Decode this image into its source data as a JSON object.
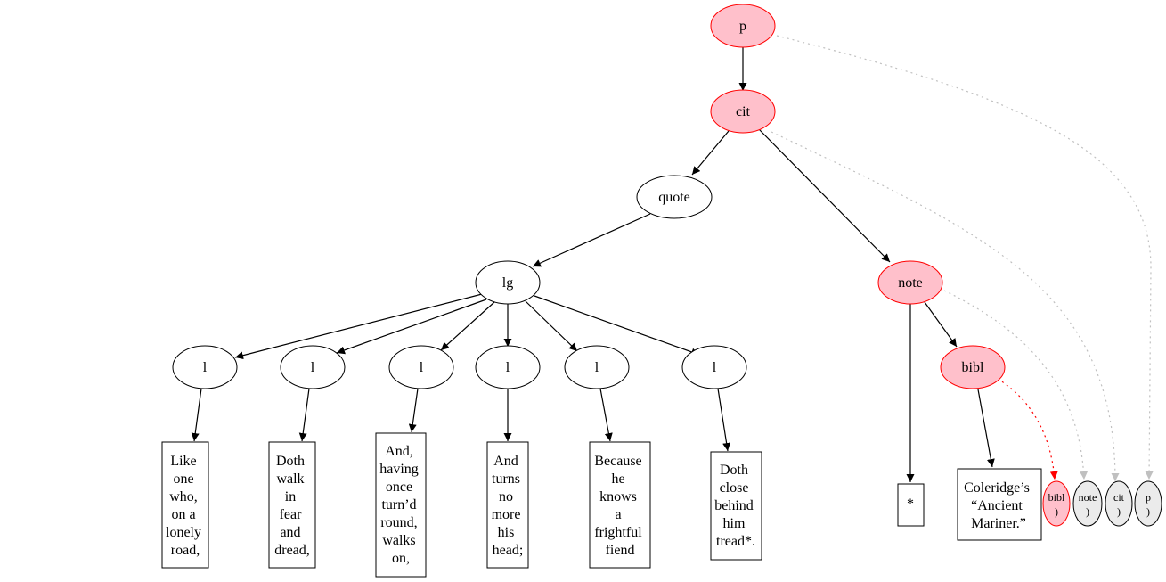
{
  "colors": {
    "highlight_fill": "#ffc0cb",
    "highlight_stroke": "#ff0000",
    "closing_fill": "#ebebeb",
    "dotted_edge": "#c0c0c0",
    "active_dotted_edge": "#ff0000"
  },
  "nodes": {
    "p": "p",
    "cit": "cit",
    "quote": "quote",
    "lg": "lg",
    "l1": "l",
    "l2": "l",
    "l3": "l",
    "l4": "l",
    "l5": "l",
    "l6": "l",
    "note": "note",
    "bibl": "bibl"
  },
  "texts": {
    "t1": [
      "Like",
      "one",
      "who,",
      "on a",
      "lonely",
      "road,"
    ],
    "t2": [
      "Doth",
      "walk",
      "in",
      "fear",
      "and",
      "dread,"
    ],
    "t3": [
      "And,",
      "having",
      "once",
      "turn’d",
      "round,",
      "walks",
      "on,"
    ],
    "t4": [
      "And",
      "turns",
      "no",
      "more",
      "his",
      "head;"
    ],
    "t5": [
      "Because",
      "he",
      "knows",
      "a",
      "frightful",
      "fiend"
    ],
    "t6": [
      "Doth",
      "close",
      "behind",
      "him",
      "tread*."
    ],
    "t7": [
      "*"
    ],
    "t8": [
      "Coleridge’s",
      "“Ancient",
      "Mariner.”"
    ]
  },
  "closers": {
    "bibl": {
      "name": "bibl",
      "paren": ")"
    },
    "note": {
      "name": "note",
      "paren": ")"
    },
    "cit": {
      "name": "cit",
      "paren": ")"
    },
    "p": {
      "name": "p",
      "paren": ")"
    }
  }
}
